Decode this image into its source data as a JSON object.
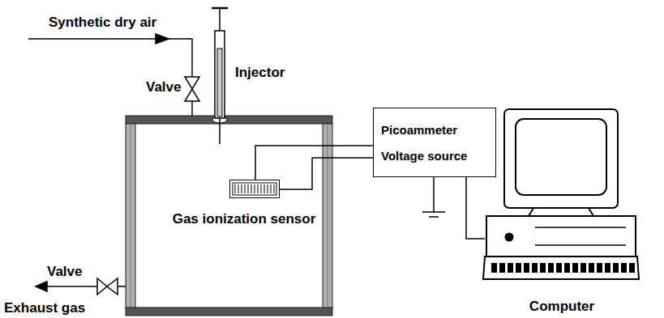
{
  "diagram": {
    "nodes": [
      {
        "text": [
          "Gas ionization sensor"
        ]
      },
      {
        "text": [
          "Picoammeter",
          "Voltage source"
        ]
      },
      {
        "text": [
          "Computer"
        ]
      }
    ],
    "edges": [
      {
        "from": 0,
        "to": 1,
        "arrow": "none"
      },
      {
        "from": 0,
        "to": 1,
        "arrow": "none"
      },
      {
        "from": 1,
        "to": 2,
        "arrow": "none"
      }
    ],
    "labels": [
      "Synthetic dry air",
      "Valve",
      "Injector",
      "Valve",
      "Exhaust gas"
    ]
  }
}
